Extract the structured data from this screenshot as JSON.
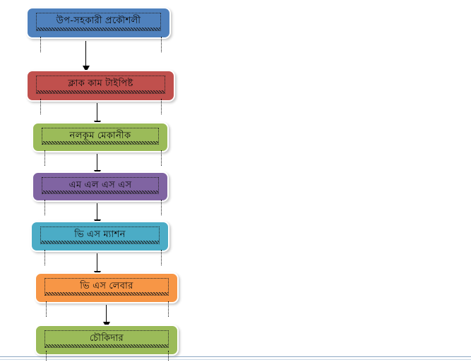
{
  "diagram": {
    "title": "Bengali office staff hierarchy flowchart",
    "orientation": "vertical",
    "nodes": [
      {
        "id": "upo-shohokari-prokousholi",
        "label": "উপ-সহকারী প্রকৌশলী",
        "color": "#4F81BD",
        "border": "#3D6DA5",
        "order": 1
      },
      {
        "id": "clerk-cum-typist",
        "label": "ক্লাক কাম টাইপিষ্ট",
        "color": "#C0504D",
        "border": "#A53B38",
        "order": 2
      },
      {
        "id": "nolkup-mechanic",
        "label": "নলকূম মেকানীক",
        "color": "#9BBB59",
        "border": "#83A245",
        "order": 3
      },
      {
        "id": "m-l-s-s",
        "label": "এম এল এস এস",
        "color": "#8064A2",
        "border": "#6A4F8C",
        "order": 4
      },
      {
        "id": "v-s-mason",
        "label": "ভি এস ম্যাশন",
        "color": "#4BACC6",
        "border": "#3693AD",
        "order": 5
      },
      {
        "id": "v-s-labour",
        "label": "ভি এস লেবার",
        "color": "#F79646",
        "border": "#E07C2A",
        "order": 6
      },
      {
        "id": "chowkidar",
        "label": "চৌকিদার",
        "color": "#9BBB59",
        "border": "#83A245",
        "order": 7
      }
    ],
    "connectors": [
      {
        "from": "upo-shohokari-prokousholi",
        "to": "clerk-cum-typist",
        "type": "arrow-down"
      },
      {
        "from": "clerk-cum-typist",
        "to": "nolkup-mechanic",
        "type": "arrow-down"
      },
      {
        "from": "nolkup-mechanic",
        "to": "m-l-s-s",
        "type": "arrow-down"
      },
      {
        "from": "m-l-s-s",
        "to": "v-s-mason",
        "type": "arrow-down"
      },
      {
        "from": "v-s-mason",
        "to": "v-s-labour",
        "type": "arrow-down"
      },
      {
        "from": "v-s-labour",
        "to": "chowkidar",
        "type": "arrow-down"
      }
    ],
    "guides": {
      "style": "dotted",
      "color": "#111111"
    },
    "page_boundary": {
      "line_color": "#8FA9C4",
      "soft_color": "#CBD9E6"
    }
  }
}
